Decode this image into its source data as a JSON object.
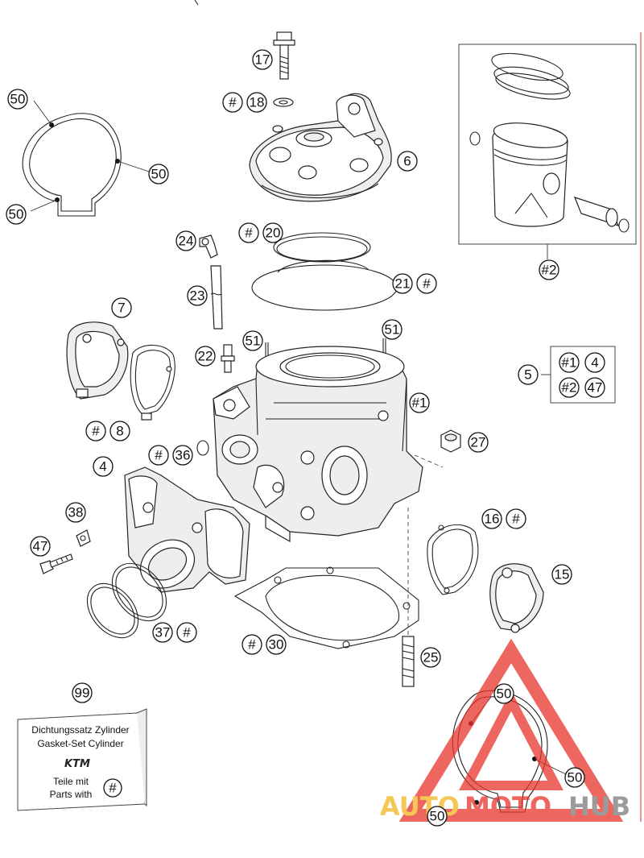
{
  "diagram": {
    "part_labels": {
      "p17": "17",
      "p18": "18",
      "p6": "6",
      "p2": "#2",
      "p50a": "50",
      "p50b": "50",
      "p50c": "50",
      "p24": "24",
      "p20": "20",
      "p21": "21",
      "p23": "23",
      "p7": "7",
      "p51a": "51",
      "p51b": "51",
      "p22": "22",
      "p1": "#1",
      "p5": "5",
      "p8": "8",
      "p36": "36",
      "p27": "27",
      "p4": "4",
      "p38": "38",
      "p16": "16",
      "p47": "47",
      "p15": "15",
      "p37": "37",
      "p30": "30",
      "p25": "25",
      "p99": "99",
      "p50d": "50",
      "p50e": "50",
      "p50f": "50"
    },
    "hash_mark": "#",
    "kit_box": {
      "row1": [
        "#1",
        "4"
      ],
      "row2": [
        "#2",
        "47"
      ]
    },
    "gasket_set_box": {
      "line1": "Dichtungssatz Zylinder",
      "line2": "Gasket-Set Cylinder",
      "brand": "KTM",
      "line3": "Teile mit",
      "line4": "Parts with"
    }
  },
  "watermark": {
    "word1": "AUTO",
    "word2": "MOTO",
    "word3": "HUB",
    "colors": {
      "triangle": "#e8332a",
      "auto": "#f2b51e",
      "moto": "#e8332a",
      "hub": "#7a7a7a"
    }
  }
}
